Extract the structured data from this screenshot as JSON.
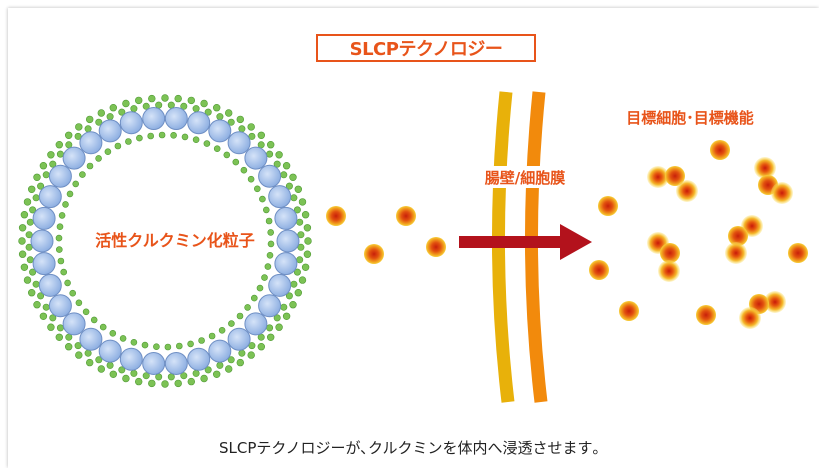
{
  "title": "SLCPテクノロジー",
  "labels": {
    "particle": "活性クルクミン化粒子",
    "membrane": "腸壁/細胞膜",
    "target": "目標細胞･目標機能"
  },
  "caption": "SLCPテクノロジーが､クルクミンを体内へ浸透させます｡",
  "colors": {
    "accent": "#e8541a",
    "membrane_inner": "#e8b10a",
    "membrane_outer": "#f28a0c",
    "arrow": "#b3121c",
    "bead_fill": "#a9c4ec",
    "bead_stroke": "#6f8fc4",
    "dot_green": "#7cc255",
    "particle_core": "#d9380c",
    "particle_glow": "#f5c02a"
  }
}
